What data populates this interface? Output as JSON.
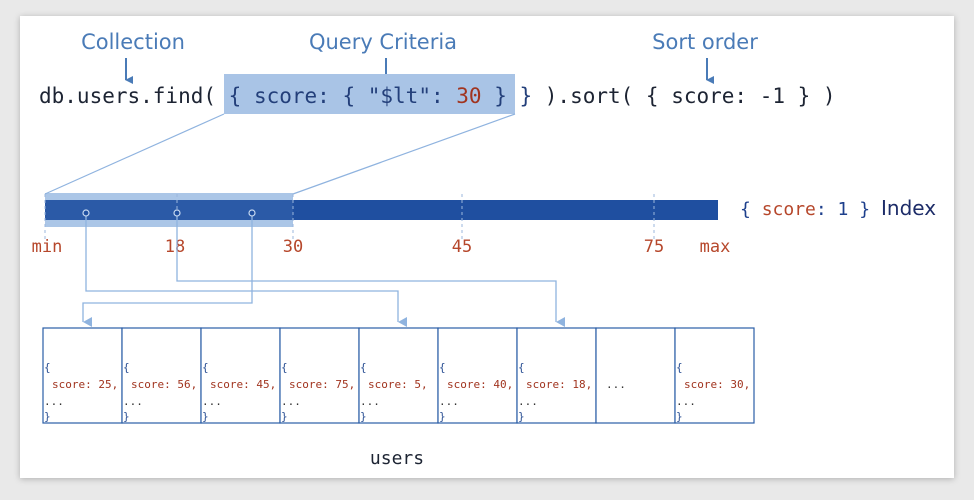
{
  "annotations": {
    "collection": "Collection",
    "query_criteria": "Query Criteria",
    "sort_order": "Sort order"
  },
  "query": {
    "prefix": "db.users.find( ",
    "open_brace": "{",
    "criteria_key": " score: { ",
    "criteria_op": "\"$lt\"",
    "colon": ": ",
    "criteria_value": "30",
    "close_braces": " } }",
    "suffix": " ).sort( { score: -1 } )"
  },
  "index": {
    "open": "{ ",
    "key": "score",
    "colon_value": ": 1 }",
    "label": "Index",
    "ticks": [
      "min",
      "18",
      "30",
      "45",
      "75",
      "max"
    ]
  },
  "documents": [
    {
      "open": "{",
      "field": "score: 25,",
      "more": "...",
      "close": "}"
    },
    {
      "open": "{",
      "field": "score: 56,",
      "more": "...",
      "close": "}"
    },
    {
      "open": "{",
      "field": "score: 45,",
      "more": "...",
      "close": "}"
    },
    {
      "open": "{",
      "field": "score: 75,",
      "more": "...",
      "close": "}"
    },
    {
      "open": "{",
      "field": "score: 5,",
      "more": "...",
      "close": "}"
    },
    {
      "open": "{",
      "field": "score: 40,",
      "more": "...",
      "close": "}"
    },
    {
      "open": "{",
      "field": "score: 18,",
      "more": "...",
      "close": "}"
    },
    {
      "open": "",
      "field": "",
      "more": "...",
      "close": ""
    },
    {
      "open": "{",
      "field": "score: 30,",
      "more": "...",
      "close": "}"
    }
  ],
  "collection_name": "users",
  "colors": {
    "index_bar": "#1f4fa0",
    "highlight": "#a9c4e6",
    "connector": "#8fb3df",
    "arrow": "#4a7bb7",
    "doc_border": "#2a5da6"
  }
}
